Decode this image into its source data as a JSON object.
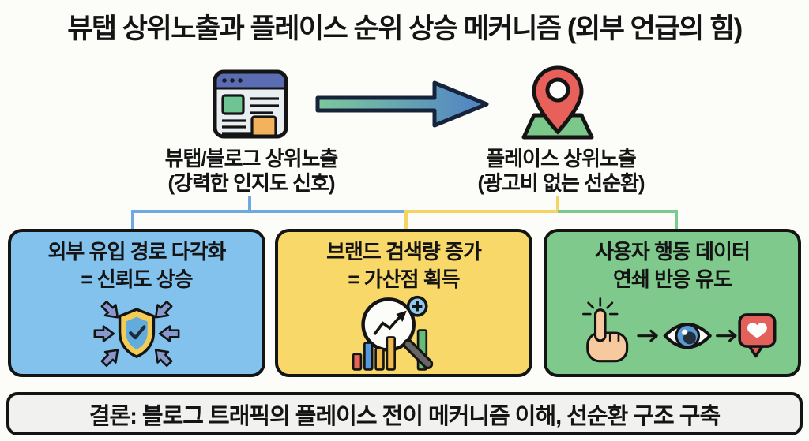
{
  "title": "뷰탭 상위노출과 플레이스 순위 상승 메커니즘 (외부 언급의 힘)",
  "flow": {
    "source": {
      "icon": "blog-browser-icon",
      "label_line1": "뷰탭/블로그 상위노출",
      "label_line2": "(강력한 인지도 신호)"
    },
    "transition": {
      "icon": "gradient-right-arrow-icon"
    },
    "target": {
      "icon": "map-pin-icon",
      "label_line1": "플레이스 상위노출",
      "label_line2": "(광고비 없는 선순환)"
    }
  },
  "cards": [
    {
      "line1": "외부 유입 경로 다각화",
      "line2": "= 신뢰도 상승",
      "icon": "shield-check-converging-arrows-icon",
      "bg_color": "#82c2ec"
    },
    {
      "line1": "브랜드 검색량 증가",
      "line2": "= 가산점 획득",
      "icon": "magnifier-growth-chart-icon",
      "bg_color": "#f8d869"
    },
    {
      "line1": "사용자 행동 데이터",
      "line2": "연쇄 반응 유도",
      "icon": "click-view-like-sequence-icon",
      "bg_color": "#7fc98c"
    }
  ],
  "conclusion": "결론: 블로그 트래픽의 플레이스 전이 메커니즘 이해, 선순환 구조 구축",
  "colors": {
    "background": "#fcfcf9",
    "outline": "#141414",
    "connector_blue": "#6fa9e2",
    "connector_yellow": "#f5d465",
    "connector_green": "#7cc98f",
    "arrow_gradient_start": "#7dc89b",
    "arrow_gradient_end": "#4f81c7",
    "card_blue": "#82c2ec",
    "card_yellow": "#f8d869",
    "card_green": "#7fc98c",
    "conclusion_bg": "#f1f1ef"
  }
}
